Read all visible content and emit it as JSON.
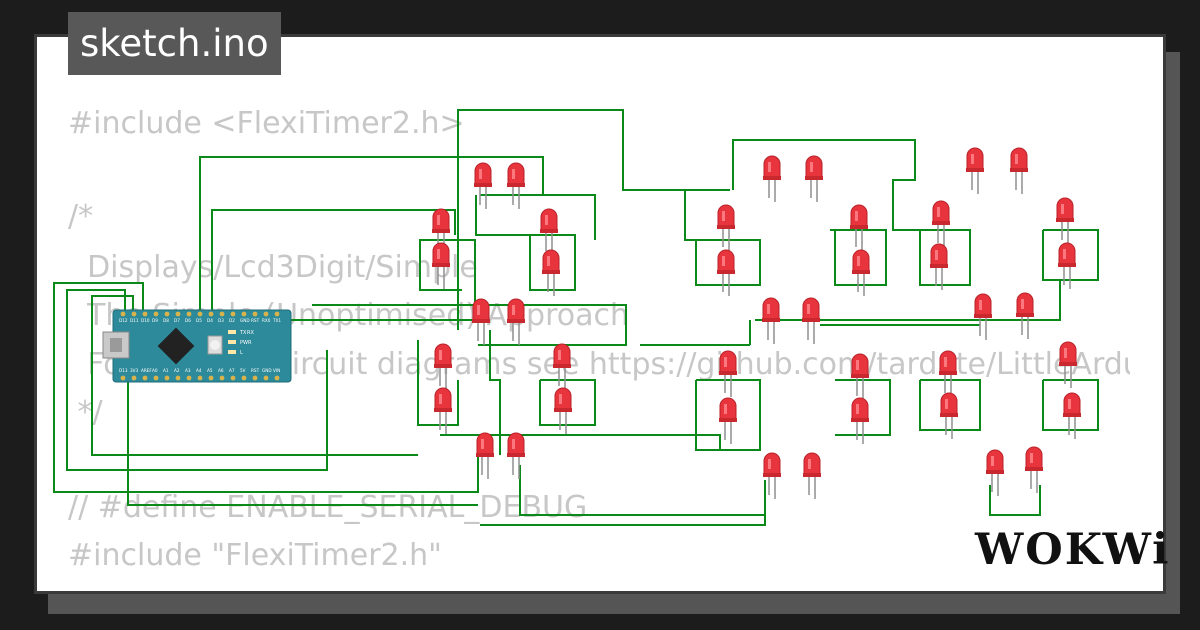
{
  "sketch_title": "sketch.ino",
  "code_lines": [
    "#include <FlexiTimer2.h>",
    "",
    "/*",
    "  Displays/Lcd3Digit/Simple",
    "  The Simple (Unoptimised) Approach",
    "  For info and circuit diagrams see https://github.com/tardate/LittleArduinoProjects",
    " */",
    "",
    "// #define ENABLE_SERIAL_DEBUG",
    "#include \"FlexiTimer2.h\""
  ],
  "brand": "WOKWi",
  "board": {
    "name": "Arduino Nano",
    "top_pins": [
      "D12",
      "D11",
      "D10",
      "D9",
      "D8",
      "D7",
      "D6",
      "D5",
      "D4",
      "D3",
      "D2",
      "GND",
      "RST",
      "RX0",
      "TX1"
    ],
    "bottom_pins": [
      "D13",
      "3V3",
      "AREF",
      "A0",
      "A1",
      "A2",
      "A3",
      "A4",
      "A5",
      "A6",
      "A7",
      "5V",
      "RST",
      "GND",
      "VIN"
    ],
    "marks": [
      "TX",
      "RX",
      "PWR",
      "L"
    ]
  },
  "colors": {
    "wire": "#0b8a1a",
    "led": "#e8343c",
    "board": "#2c8a9a",
    "code_text": "#c7c7c7"
  }
}
